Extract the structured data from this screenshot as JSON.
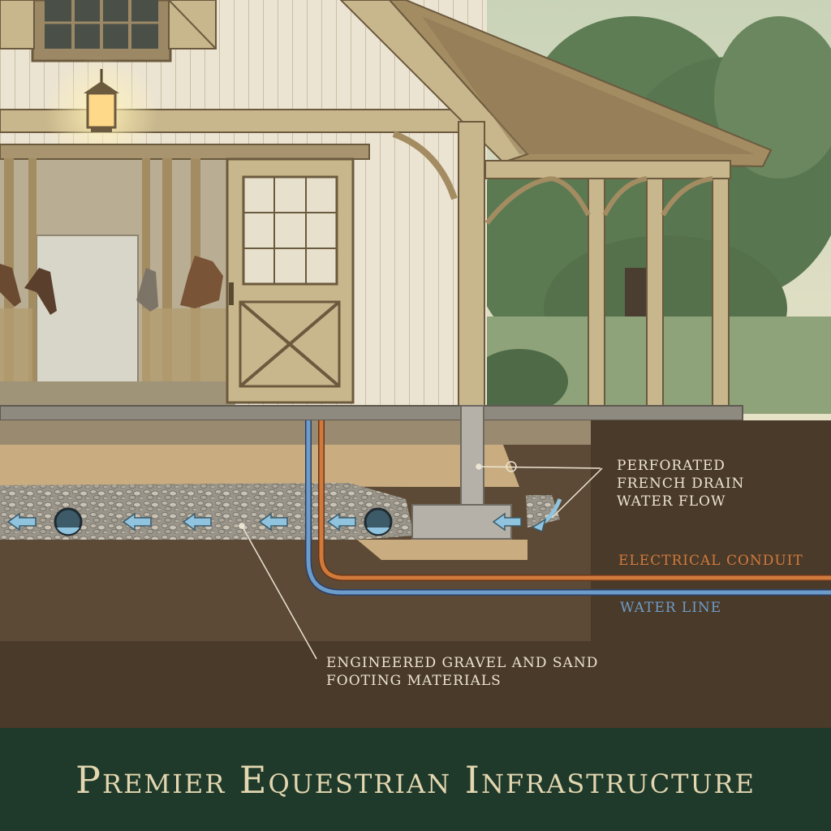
{
  "labels": {
    "drain_line1": "PERFORATED",
    "drain_line2": "FRENCH DRAIN",
    "drain_line3": "WATER FLOW",
    "electrical": "ELECTRICAL CONDUIT",
    "water": "WATER LINE",
    "gravel_line1": "ENGINEERED GRAVEL AND SAND",
    "gravel_line2": "FOOTING MATERIALS"
  },
  "banner": {
    "title": "Premier Equestrian Infrastructure"
  },
  "colors": {
    "banner_background": "#1f3a2a",
    "banner_text": "#e3d6b0",
    "electrical_conduit": "#d07a3c",
    "water_line": "#6e9cc8",
    "soil": "#4a3a2a",
    "barn_siding": "#ece4d2"
  }
}
